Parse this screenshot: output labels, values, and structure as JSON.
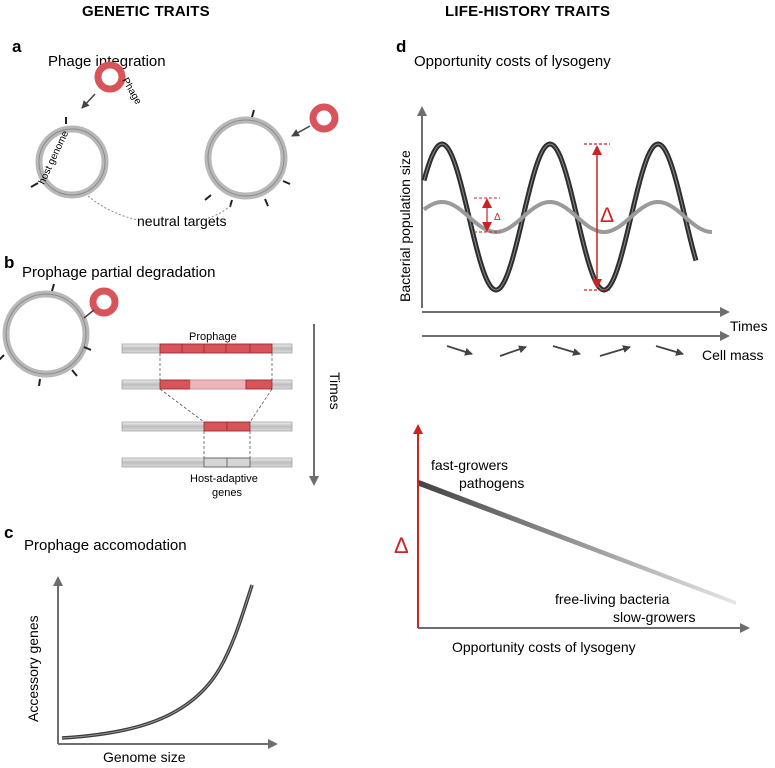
{
  "headings": {
    "left": "GENETIC TRAITS",
    "right": "LIFE-HISTORY TRAITS"
  },
  "panel_a": {
    "letter": "a",
    "title": "Phage integration",
    "phage_label": "Phage",
    "host_label": "host genome",
    "targets_label": "neutral targets"
  },
  "panel_b": {
    "letter": "b",
    "title": "Prophage partial degradation",
    "prophage_label": "Prophage",
    "adaptive_label_1": "Host-adaptive",
    "adaptive_label_2": "genes",
    "time_label": "Times"
  },
  "panel_c": {
    "letter": "c",
    "title": "Prophage accomodation",
    "xlabel": "Genome size",
    "ylabel": "Accessory genes"
  },
  "panel_d": {
    "letter": "d",
    "title": "Opportunity costs of lysogeny",
    "ylabel": "Bacterial population size",
    "xlabel_time": "Times",
    "xlabel_mass": "Cell mass",
    "delta_small": "Δ",
    "delta_large": "Δ"
  },
  "panel_e": {
    "ylabel": "Δ",
    "xlabel": "Opportunity costs of lysogeny",
    "label_top_1": "fast-growers",
    "label_top_2": "pathogens",
    "label_bottom_1": "free-living bacteria",
    "label_bottom_2": "slow-growers"
  },
  "colors": {
    "phage_red": "#d9535a",
    "delta_red": "#cc2222",
    "axis_gray": "#6e6e6e",
    "curve_dark": "#3a3a3a",
    "curve_light": "#9a9a9a"
  }
}
